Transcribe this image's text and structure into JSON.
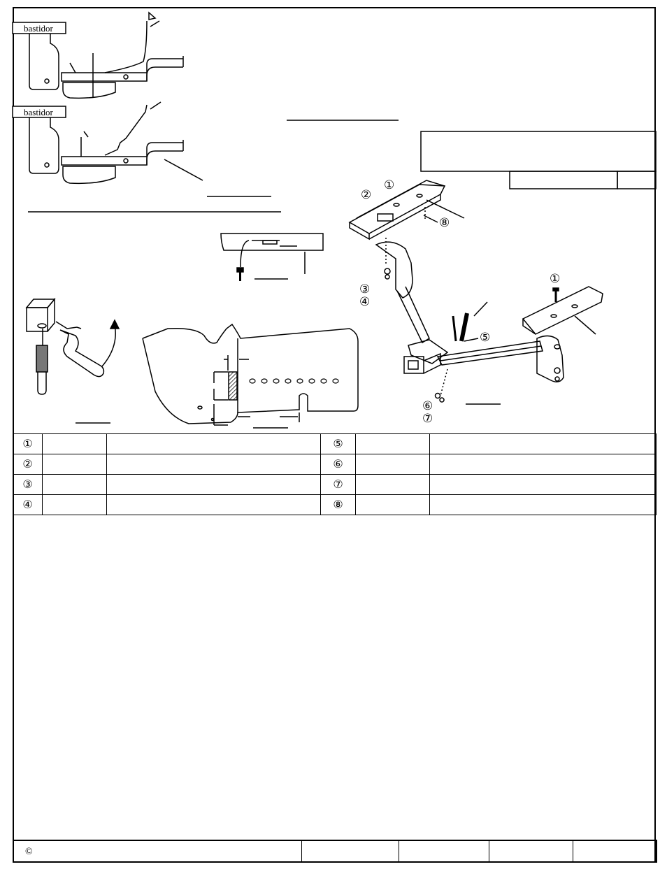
{
  "figure": {
    "frame_label_top": "bastidor",
    "frame_label_bottom": "bastidor"
  },
  "parts_table": {
    "rows": [
      {
        "left_num": "①",
        "right_num": "⑤"
      },
      {
        "left_num": "②",
        "right_num": "⑥"
      },
      {
        "left_num": "③",
        "right_num": "⑦"
      },
      {
        "left_num": "④",
        "right_num": "⑧"
      }
    ]
  },
  "callouts": {
    "n1": "①",
    "n2": "②",
    "n3": "③",
    "n4": "④",
    "n5": "⑤",
    "n6": "⑥",
    "n7": "⑦",
    "n8": "⑧"
  },
  "footer": {
    "copyright": "©"
  }
}
